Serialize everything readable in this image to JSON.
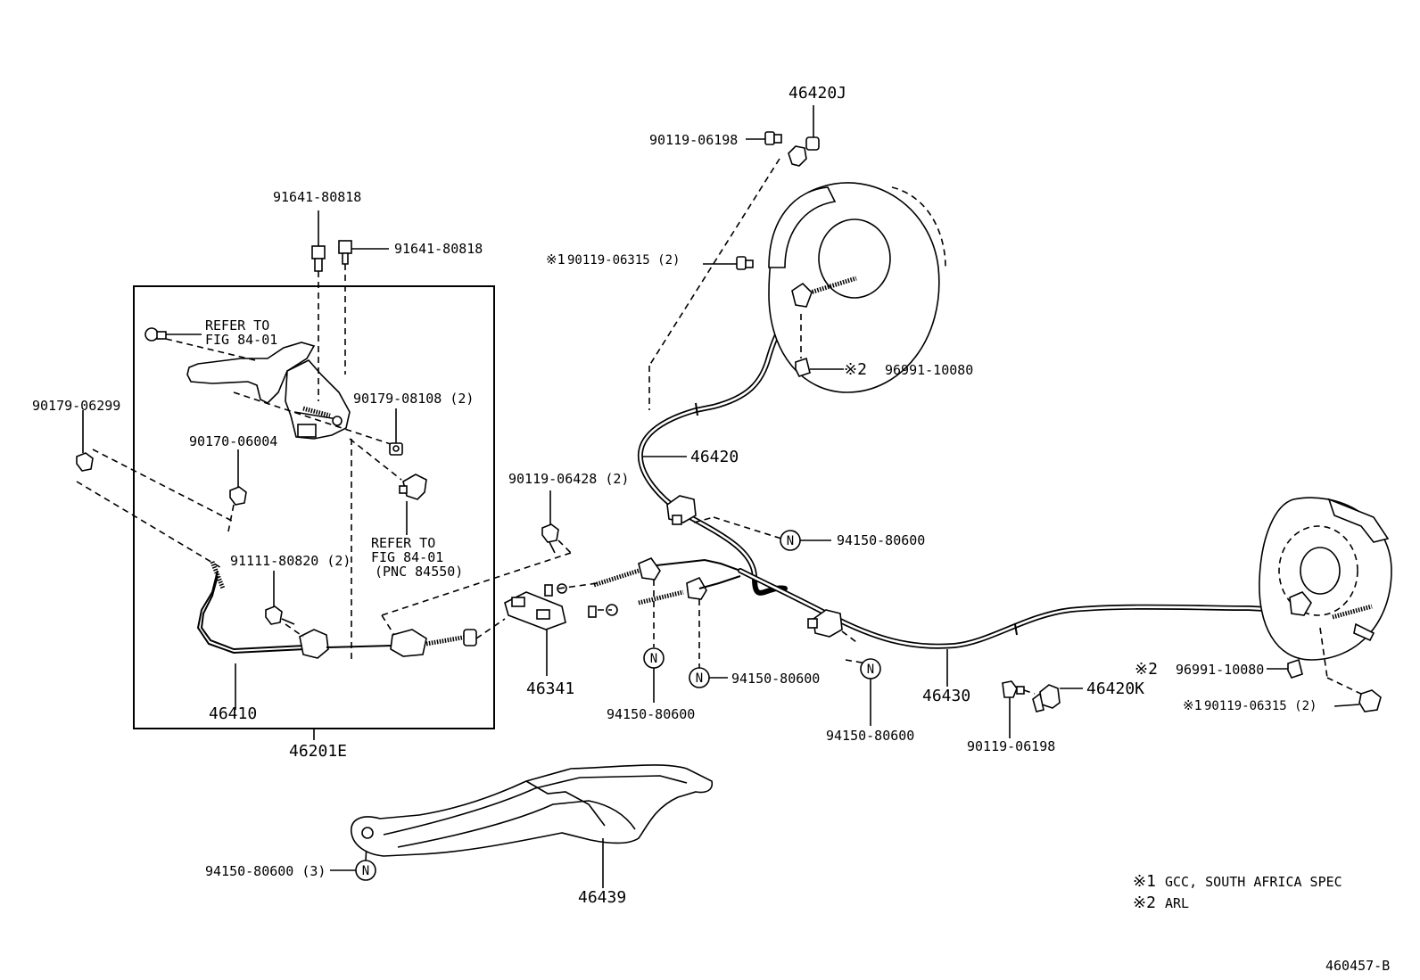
{
  "figure_id": "460457-B",
  "labels": {
    "p46420J": "46420J",
    "p90119_06198_top": "90119-06198",
    "p91641_80818_a": "91641-80818",
    "p91641_80818_b": "91641-80818",
    "p90119_06315_top": "90119-06315 (2)",
    "p96991_10080_top": "96991-10080",
    "refer_to_1": "REFER TO",
    "fig_84_01_1": "FIG 84-01",
    "p90179_08108": "90179-08108 (2)",
    "p90179_06299": "90179-06299",
    "p90170_06004": "90170-06004",
    "p46420": "46420",
    "p90119_06428": "90119-06428 (2)",
    "refer_to_2": "REFER TO",
    "fig_84_01_2": "FIG 84-01",
    "pnc_84550": "(PNC 84550)",
    "p91111_80820": "91111-80820 (2)",
    "p94150_80600_a": "94150-80600",
    "p94150_80600_b": "94150-80600",
    "p94150_80600_c": "94150-80600",
    "p94150_80600_d": "94150-80600",
    "p94150_80600_3": "94150-80600 (3)",
    "p96991_10080_bot": "96991-10080",
    "p46420K": "46420K",
    "p90119_06315_bot": "90119-06315 (2)",
    "p46410": "46410",
    "p46341": "46341",
    "p46430": "46430",
    "p90119_06198_bot": "90119-06198",
    "p46201E": "46201E",
    "p46439": "46439"
  },
  "markers": {
    "note1": "※1",
    "note2": "※2",
    "n": "N"
  },
  "notes": {
    "note1_text": "GCC, SOUTH AFRICA SPEC",
    "note2_text": "ARL"
  }
}
